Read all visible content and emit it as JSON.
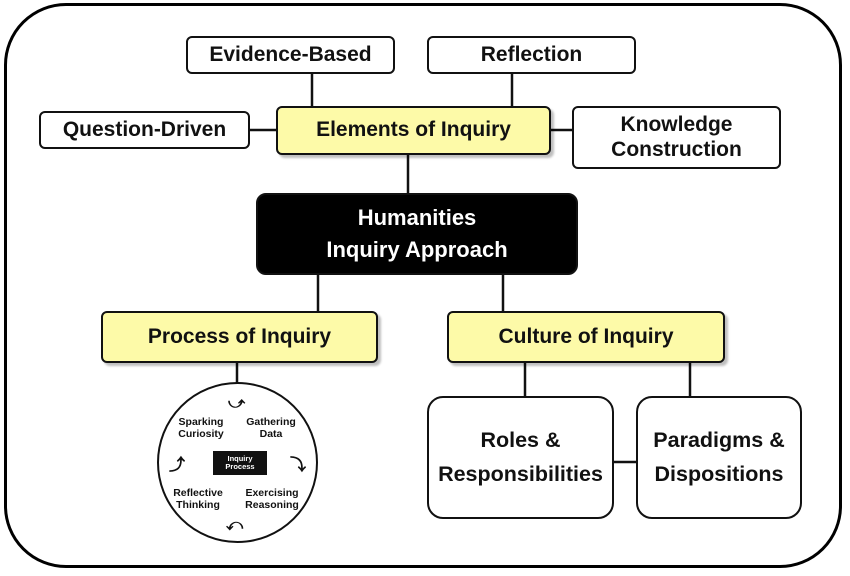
{
  "top_boxes": {
    "evidence": "Evidence-Based",
    "reflection": "Reflection",
    "question": "Question-Driven",
    "knowledge_line1": "Knowledge",
    "knowledge_line2": "Construction"
  },
  "elements": "Elements of Inquiry",
  "core": {
    "line1": "Humanities",
    "line2": "Inquiry Approach"
  },
  "process": "Process of Inquiry",
  "culture": "Culture of Inquiry",
  "cycle": {
    "sparking": [
      "Sparking",
      "Curiosity"
    ],
    "gathering": [
      "Gathering",
      "Data"
    ],
    "reflective": [
      "Reflective",
      "Thinking"
    ],
    "exercising": [
      "Exercising",
      "Reasoning"
    ],
    "center": [
      "Inquiry",
      "Process"
    ]
  },
  "roles": {
    "line1": "Roles &",
    "line2": "Responsibilities"
  },
  "paradigms": {
    "line1": "Paradigms &",
    "line2": "Dispositions"
  },
  "colors": {
    "highlight": "#fdfaa8",
    "core": "#000000",
    "border": "#111111"
  }
}
